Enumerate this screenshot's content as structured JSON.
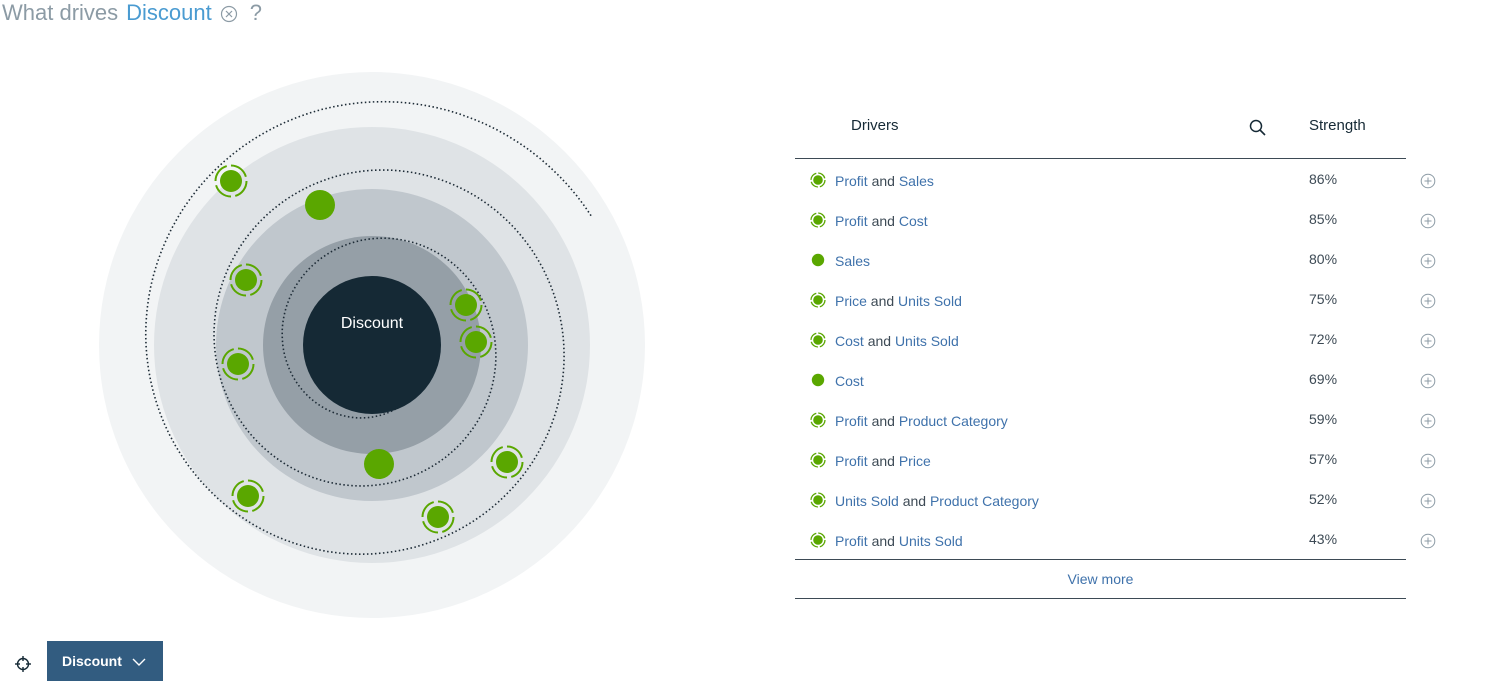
{
  "header": {
    "prefix": "What drives",
    "target": "Discount",
    "suffix": "?",
    "close_icon": "close-circle-icon"
  },
  "spiral": {
    "center_label": "Discount",
    "colors": {
      "ring_outer": "#f2f4f5",
      "ring_2": "#dfe3e6",
      "ring_3": "#c0c7cd",
      "ring_4": "#959fa7",
      "center": "#152935",
      "node": "#5aa700",
      "track": "#1d2b36"
    }
  },
  "drivers_table": {
    "header_drivers": "Drivers",
    "header_strength": "Strength",
    "search_icon": "search-icon",
    "add_icon": "add-circle-icon",
    "rows": [
      {
        "a": "Profit",
        "joiner": "and",
        "b": "Sales",
        "strength": "86%",
        "pair": true
      },
      {
        "a": "Profit",
        "joiner": "and",
        "b": "Cost",
        "strength": "85%",
        "pair": true
      },
      {
        "a": "Sales",
        "joiner": "",
        "b": "",
        "strength": "80%",
        "pair": false
      },
      {
        "a": "Price",
        "joiner": "and",
        "b": "Units Sold",
        "strength": "75%",
        "pair": true
      },
      {
        "a": "Cost",
        "joiner": "and",
        "b": "Units Sold",
        "strength": "72%",
        "pair": true
      },
      {
        "a": "Cost",
        "joiner": "",
        "b": "",
        "strength": "69%",
        "pair": false
      },
      {
        "a": "Profit",
        "joiner": "and",
        "b": "Product Category",
        "strength": "59%",
        "pair": true
      },
      {
        "a": "Profit",
        "joiner": "and",
        "b": "Price",
        "strength": "57%",
        "pair": true
      },
      {
        "a": "Units Sold",
        "joiner": "and",
        "b": "Product Category",
        "strength": "52%",
        "pair": true
      },
      {
        "a": "Profit",
        "joiner": "and",
        "b": "Units Sold",
        "strength": "43%",
        "pair": true
      }
    ],
    "view_more": "View more"
  },
  "bottom_bar": {
    "target_icon": "crosshair-icon",
    "select_label": "Discount",
    "select_icon": "chevron-down-icon"
  }
}
